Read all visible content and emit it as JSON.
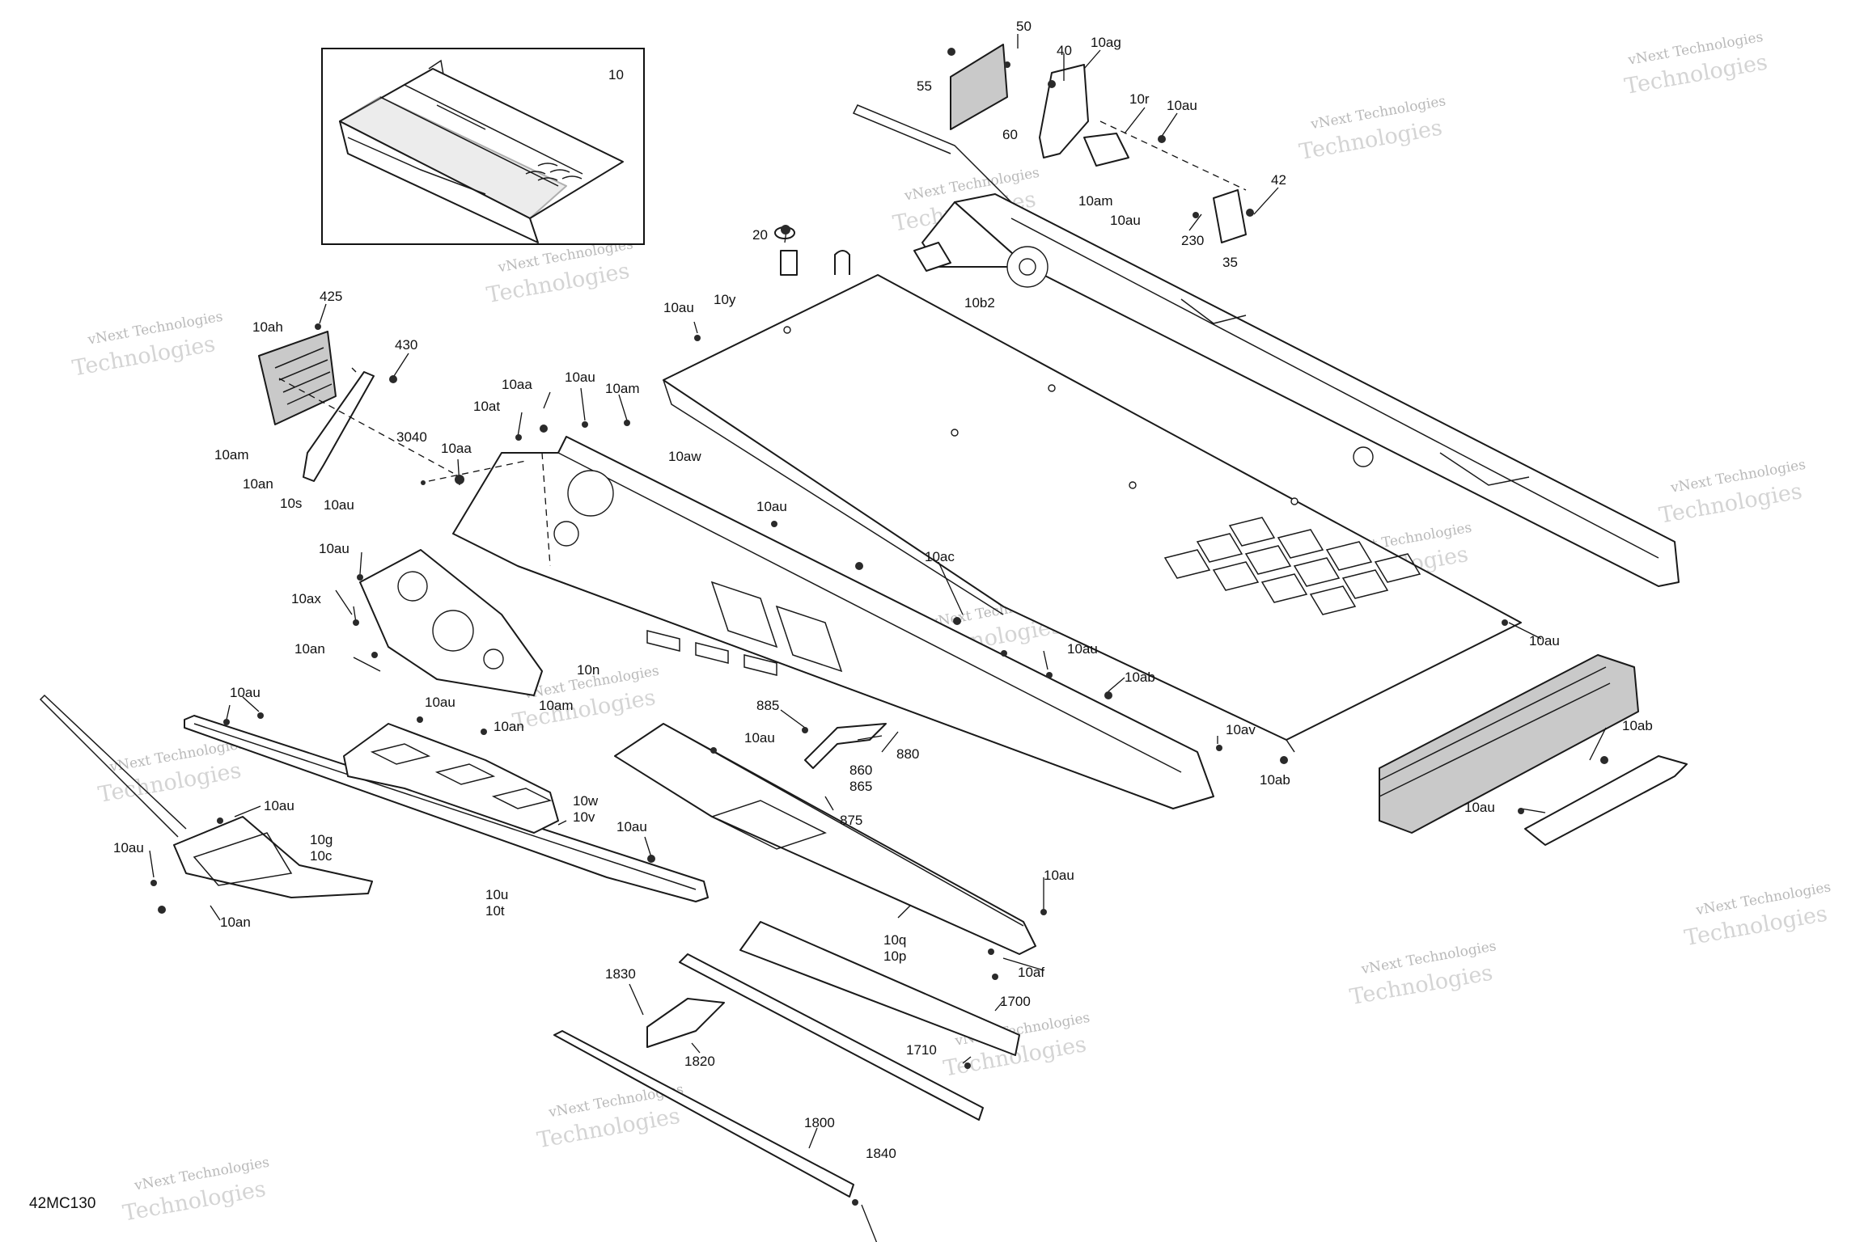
{
  "diagram_code": "42MC130",
  "watermark": {
    "line1": "vNext Technologies",
    "line2": "Technologies"
  },
  "inset_label": "10",
  "callouts": [
    {
      "id": "c-10-inset",
      "text": "10"
    },
    {
      "id": "c-50",
      "text": "50"
    },
    {
      "id": "c-55",
      "text": "55"
    },
    {
      "id": "c-60",
      "text": "60"
    },
    {
      "id": "c-40",
      "text": "40"
    },
    {
      "id": "c-10ag",
      "text": "10ag"
    },
    {
      "id": "c-10r",
      "text": "10r"
    },
    {
      "id": "c-10au-a",
      "text": "10au"
    },
    {
      "id": "c-10am-a",
      "text": "10am"
    },
    {
      "id": "c-10au-b",
      "text": "10au"
    },
    {
      "id": "c-42",
      "text": "42"
    },
    {
      "id": "c-230",
      "text": "230"
    },
    {
      "id": "c-35",
      "text": "35"
    },
    {
      "id": "c-10b2",
      "text": "10b2"
    },
    {
      "id": "c-20",
      "text": "20"
    },
    {
      "id": "c-10au-c",
      "text": "10au"
    },
    {
      "id": "c-10y",
      "text": "10y"
    },
    {
      "id": "c-425",
      "text": "425"
    },
    {
      "id": "c-10ah",
      "text": "10ah"
    },
    {
      "id": "c-430",
      "text": "430"
    },
    {
      "id": "c-10aa-a",
      "text": "10aa"
    },
    {
      "id": "c-10au-d",
      "text": "10au"
    },
    {
      "id": "c-10am-b",
      "text": "10am"
    },
    {
      "id": "c-10at",
      "text": "10at"
    },
    {
      "id": "c-3040",
      "text": "3040"
    },
    {
      "id": "c-10aa-b",
      "text": "10aa"
    },
    {
      "id": "c-10aw",
      "text": "10aw"
    },
    {
      "id": "c-10am-c",
      "text": "10am"
    },
    {
      "id": "c-10an-a",
      "text": "10an"
    },
    {
      "id": "c-10s",
      "text": "10s"
    },
    {
      "id": "c-10au-e",
      "text": "10au"
    },
    {
      "id": "c-10au-f",
      "text": "10au"
    },
    {
      "id": "c-10au-g",
      "text": "10au"
    },
    {
      "id": "c-10ac",
      "text": "10ac"
    },
    {
      "id": "c-10ax",
      "text": "10ax"
    },
    {
      "id": "c-10an-b",
      "text": "10an"
    },
    {
      "id": "c-10n",
      "text": "10n"
    },
    {
      "id": "c-10am-d",
      "text": "10am"
    },
    {
      "id": "c-10au-h",
      "text": "10au"
    },
    {
      "id": "c-10ab-a",
      "text": "10ab"
    },
    {
      "id": "c-10au-i",
      "text": "10au"
    },
    {
      "id": "c-10ab-b",
      "text": "10ab"
    },
    {
      "id": "c-10au-j",
      "text": "10au"
    },
    {
      "id": "c-10au-k",
      "text": "10au"
    },
    {
      "id": "c-10an-c",
      "text": "10an"
    },
    {
      "id": "c-885",
      "text": "885"
    },
    {
      "id": "c-10au-l",
      "text": "10au"
    },
    {
      "id": "c-880",
      "text": "880"
    },
    {
      "id": "c-860",
      "text": "860"
    },
    {
      "id": "c-865",
      "text": "865"
    },
    {
      "id": "c-875",
      "text": "875"
    },
    {
      "id": "c-10av",
      "text": "10av"
    },
    {
      "id": "c-10ab-c",
      "text": "10ab"
    },
    {
      "id": "c-10au-m",
      "text": "10au"
    },
    {
      "id": "c-10w",
      "text": "10w"
    },
    {
      "id": "c-10v",
      "text": "10v"
    },
    {
      "id": "c-10au-n",
      "text": "10au"
    },
    {
      "id": "c-10au-o",
      "text": "10au"
    },
    {
      "id": "c-10g",
      "text": "10g"
    },
    {
      "id": "c-10c",
      "text": "10c"
    },
    {
      "id": "c-10au-p",
      "text": "10au"
    },
    {
      "id": "c-10an-d",
      "text": "10an"
    },
    {
      "id": "c-10u",
      "text": "10u"
    },
    {
      "id": "c-10t",
      "text": "10t"
    },
    {
      "id": "c-10au-q",
      "text": "10au"
    },
    {
      "id": "c-10q",
      "text": "10q"
    },
    {
      "id": "c-10p",
      "text": "10p"
    },
    {
      "id": "c-10af",
      "text": "10af"
    },
    {
      "id": "c-1830",
      "text": "1830"
    },
    {
      "id": "c-1820",
      "text": "1820"
    },
    {
      "id": "c-1700",
      "text": "1700"
    },
    {
      "id": "c-1710",
      "text": "1710"
    },
    {
      "id": "c-1800",
      "text": "1800"
    },
    {
      "id": "c-1840",
      "text": "1840"
    }
  ]
}
